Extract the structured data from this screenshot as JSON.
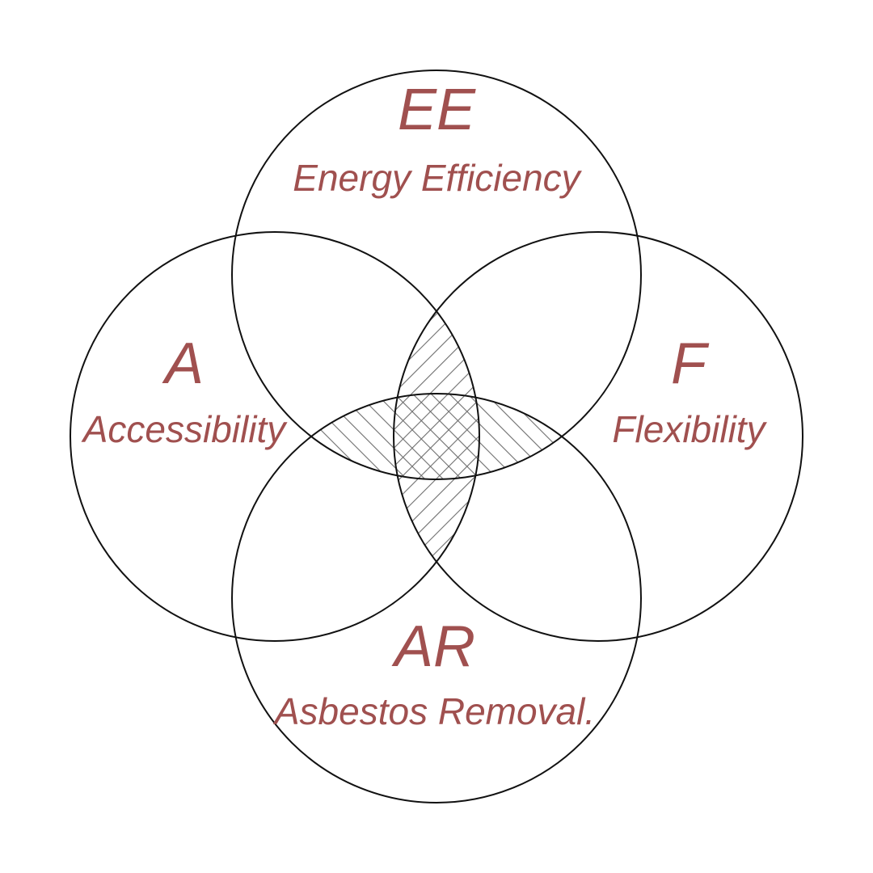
{
  "sets": [
    {
      "id": "EE",
      "abbr": "EE",
      "name": "Energy Efficiency"
    },
    {
      "id": "A",
      "abbr": "A",
      "name": "Accessibility"
    },
    {
      "id": "F",
      "abbr": "F",
      "name": "Flexibility"
    },
    {
      "id": "AR",
      "abbr": "AR",
      "name": "Asbestos Removal."
    }
  ],
  "colors": {
    "label": "#a0504f",
    "outline": "#111111",
    "hatch": "#6e6e6e"
  }
}
